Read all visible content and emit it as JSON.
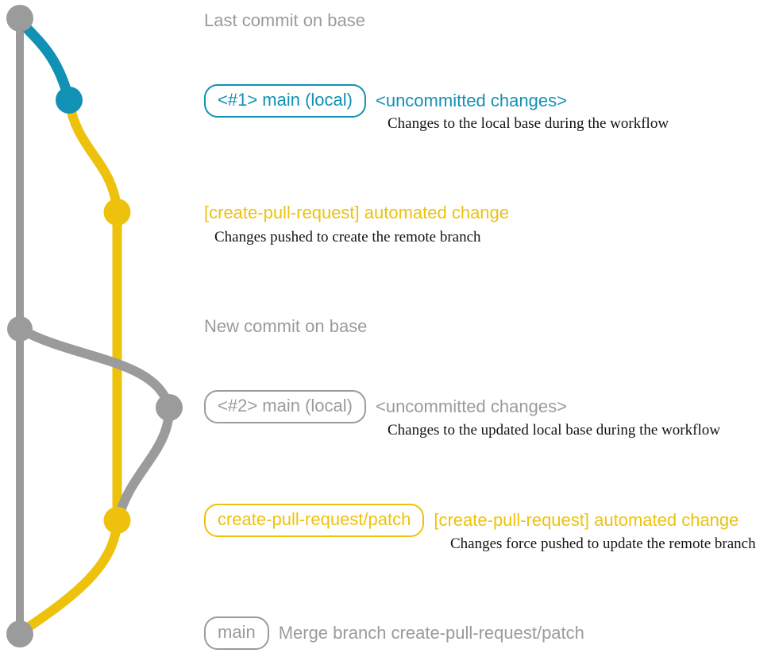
{
  "colors": {
    "gray": "#9b9b9b",
    "teal": "#1191b3",
    "yellow": "#eec20c",
    "note_text": "#141414",
    "background": "#ffffff"
  },
  "rows": [
    {
      "label": "Last commit on base"
    },
    {
      "pill": "<#1> main (local)",
      "side": "<uncommitted changes>",
      "note": "Changes to the local base during the workflow"
    },
    {
      "side": "[create-pull-request] automated change",
      "note": "Changes pushed to create the remote branch"
    },
    {
      "label": "New commit on base"
    },
    {
      "pill": "<#2> main (local)",
      "side": "<uncommitted changes>",
      "note": "Changes to the updated local base during the workflow"
    },
    {
      "pill": "create-pull-request/patch",
      "side": "[create-pull-request] automated change",
      "note": "Changes force pushed to update the remote branch"
    },
    {
      "pill": "main",
      "side": "Merge branch create-pull-request/patch"
    }
  ],
  "graph": {
    "branch_colors": {
      "base": "#9b9b9b",
      "local": "#1191b3",
      "patch": "#eec20c"
    },
    "commit_dots": [
      {
        "color": "gray",
        "aligned_with": "Last commit on base"
      },
      {
        "color": "teal",
        "aligned_with": "<#1> main (local)"
      },
      {
        "color": "yellow",
        "aligned_with": "[create-pull-request] automated change"
      },
      {
        "color": "gray",
        "aligned_with": "New commit on base"
      },
      {
        "color": "gray",
        "aligned_with": "<#2> main (local)"
      },
      {
        "color": "yellow",
        "aligned_with": "create-pull-request/patch"
      },
      {
        "color": "gray",
        "aligned_with": "main"
      }
    ]
  }
}
